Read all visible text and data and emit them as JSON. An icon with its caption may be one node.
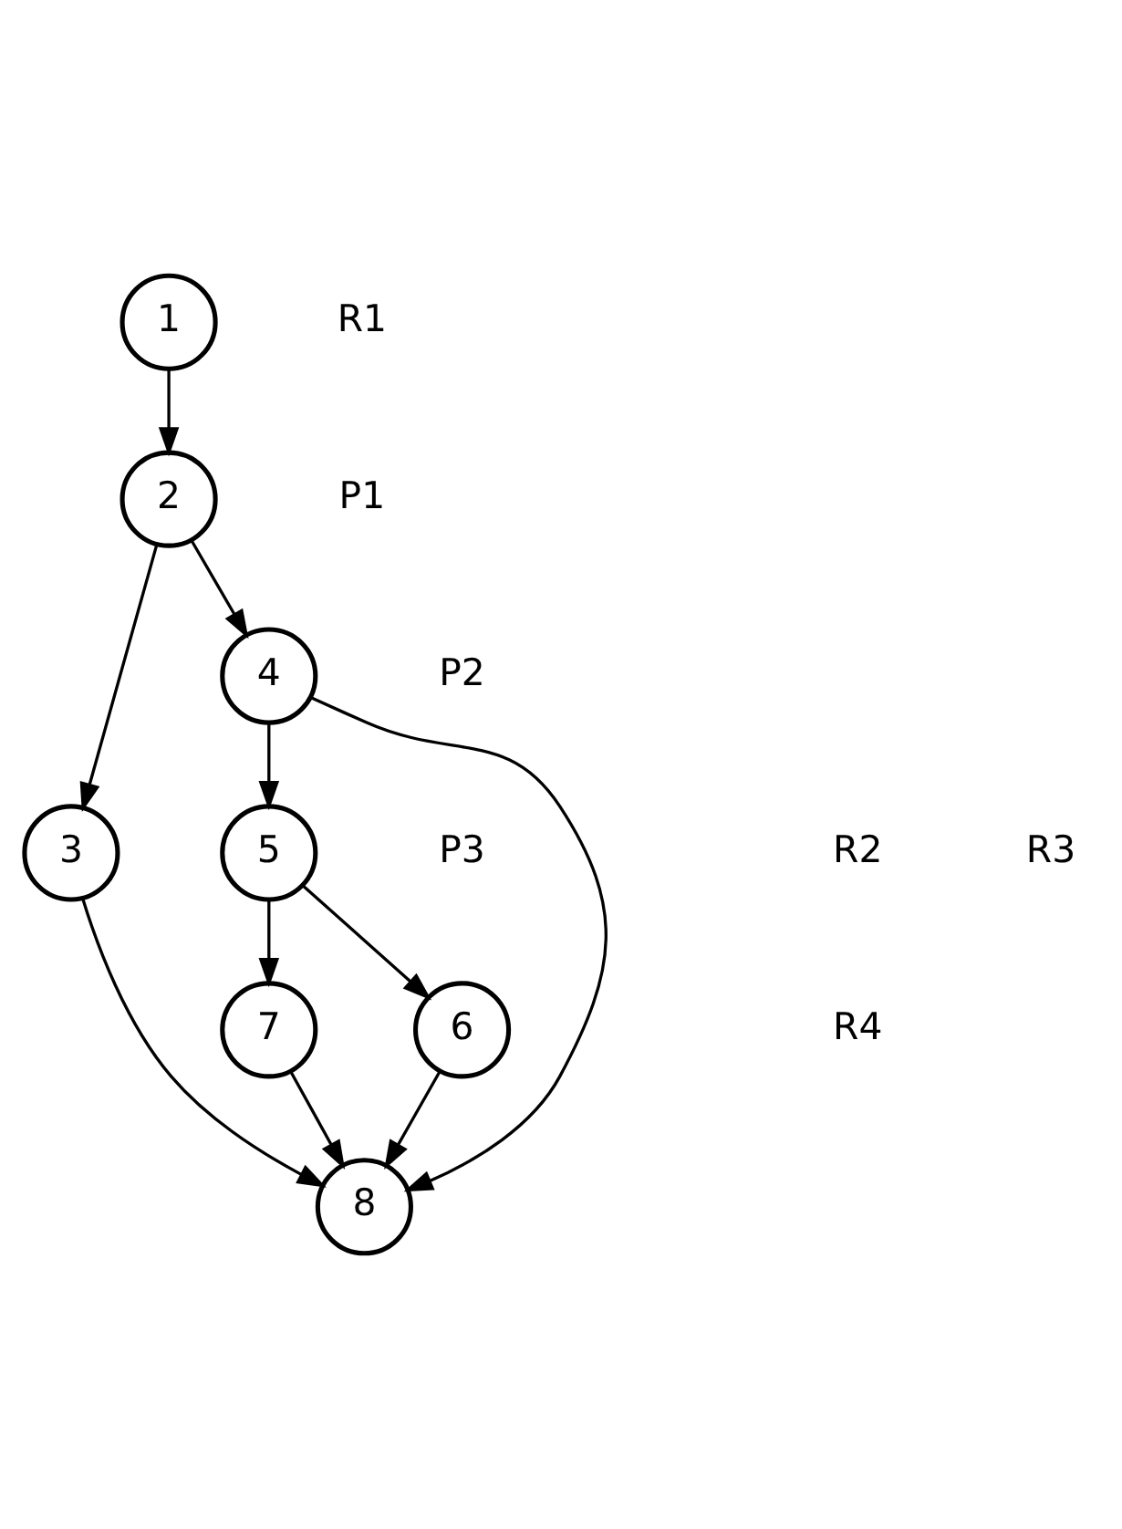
{
  "diagram": {
    "nodes": [
      {
        "text": [
          "1"
        ]
      },
      {
        "text": [
          "2"
        ],
        "beside": [
          "P1"
        ]
      },
      {
        "text": [
          "3"
        ]
      },
      {
        "text": [
          "4"
        ],
        "beside": [
          "P2"
        ]
      },
      {
        "text": [
          "5"
        ],
        "beside": [
          "P3"
        ]
      },
      {
        "text": [
          "7"
        ]
      },
      {
        "text": [
          "6"
        ]
      },
      {
        "text": [
          "8"
        ]
      }
    ],
    "edges": [
      {
        "from": 0,
        "to": 1,
        "arrow": "to"
      },
      {
        "from": 1,
        "to": 2,
        "arrow": "to"
      },
      {
        "from": 1,
        "to": 3,
        "arrow": "to"
      },
      {
        "from": 2,
        "to": 7,
        "arrow": "to"
      },
      {
        "from": 3,
        "to": 7,
        "arrow": "to"
      },
      {
        "from": 3,
        "to": 4,
        "arrow": "to"
      },
      {
        "from": 4,
        "to": 5,
        "arrow": "to"
      },
      {
        "from": 4,
        "to": 6,
        "arrow": "to"
      },
      {
        "from": 5,
        "to": 7,
        "arrow": "to"
      },
      {
        "from": 6,
        "to": 7,
        "arrow": "to"
      }
    ],
    "labels": [
      "R1",
      "R2",
      "R3",
      "R4"
    ]
  }
}
